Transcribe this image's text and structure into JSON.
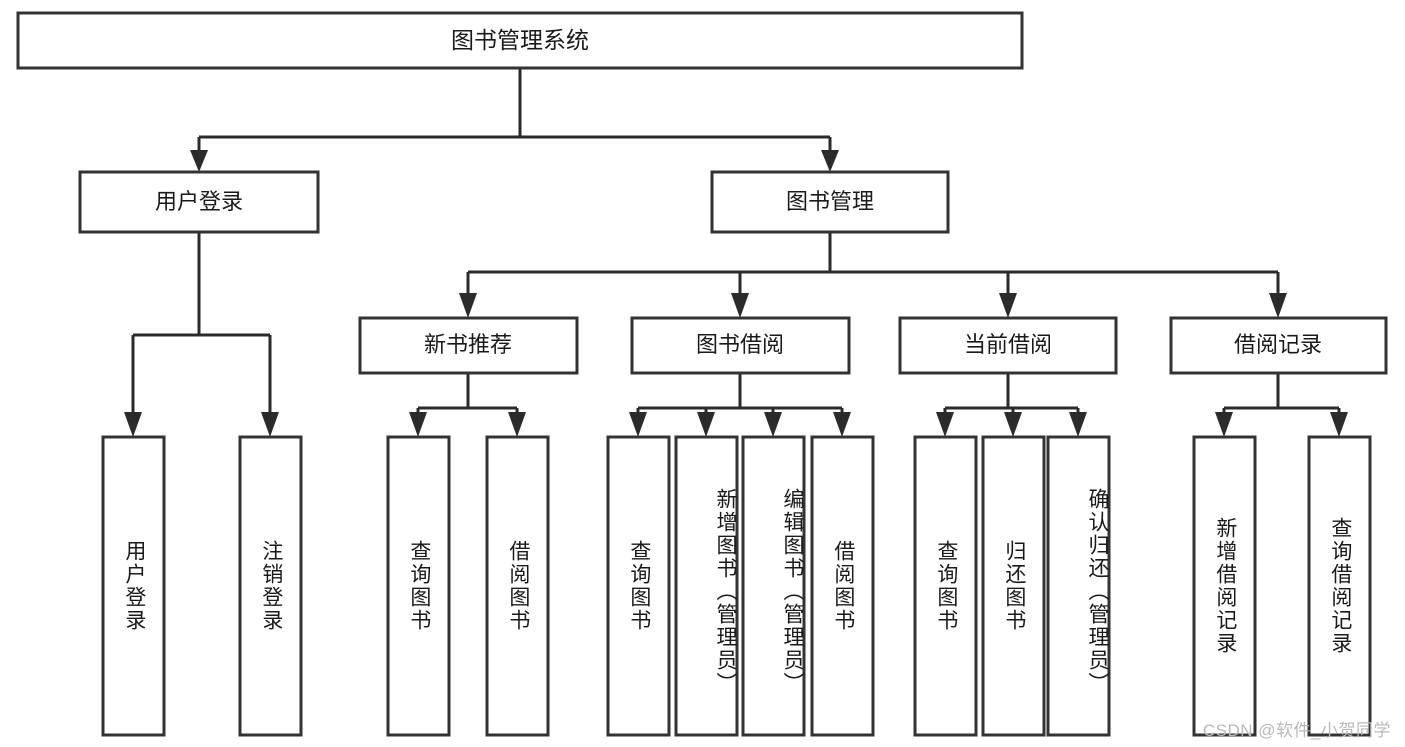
{
  "diagram": {
    "type": "tree-hierarchy",
    "root": {
      "id": "system-root",
      "label": "图书管理系统"
    },
    "level1": [
      {
        "id": "user-login",
        "label": "用户登录"
      },
      {
        "id": "book-management",
        "label": "图书管理"
      }
    ],
    "level2": [
      {
        "id": "new-book-recommend",
        "label": "新书推荐",
        "parent": "book-management"
      },
      {
        "id": "book-borrow",
        "label": "图书借阅",
        "parent": "book-management"
      },
      {
        "id": "current-borrow",
        "label": "当前借阅",
        "parent": "book-management"
      },
      {
        "id": "borrow-record",
        "label": "借阅记录",
        "parent": "book-management"
      }
    ],
    "leaves": [
      {
        "id": "leaf-user-login",
        "label": "用户登录",
        "parent": "user-login"
      },
      {
        "id": "leaf-logout",
        "label": "注销登录",
        "parent": "user-login"
      },
      {
        "id": "leaf-query-book-1",
        "label": "查询图书",
        "parent": "new-book-recommend"
      },
      {
        "id": "leaf-borrow-book-1",
        "label": "借阅图书",
        "parent": "new-book-recommend"
      },
      {
        "id": "leaf-query-book-2",
        "label": "查询图书",
        "parent": "book-borrow"
      },
      {
        "id": "leaf-add-book",
        "label": "新增图书（管理员）",
        "parent": "book-borrow"
      },
      {
        "id": "leaf-edit-book",
        "label": "编辑图书（管理员）",
        "parent": "book-borrow"
      },
      {
        "id": "leaf-borrow-book-2",
        "label": "借阅图书",
        "parent": "book-borrow"
      },
      {
        "id": "leaf-query-book-3",
        "label": "查询图书",
        "parent": "current-borrow"
      },
      {
        "id": "leaf-return-book",
        "label": "归还图书",
        "parent": "current-borrow"
      },
      {
        "id": "leaf-confirm-return",
        "label": "确认归还（管理员）",
        "parent": "current-borrow"
      },
      {
        "id": "leaf-add-record",
        "label": "新增借阅记录",
        "parent": "borrow-record"
      },
      {
        "id": "leaf-query-record",
        "label": "查询借阅记录",
        "parent": "borrow-record"
      }
    ]
  },
  "watermark": {
    "text": "CSDN @软件_小贺同学"
  },
  "colors": {
    "box_stroke": "#333333",
    "box_fill": "#ffffff",
    "connector": "#2b2b2b",
    "text": "#1a1a1a",
    "watermark": "#b9b9b9",
    "background": "#ffffff"
  }
}
